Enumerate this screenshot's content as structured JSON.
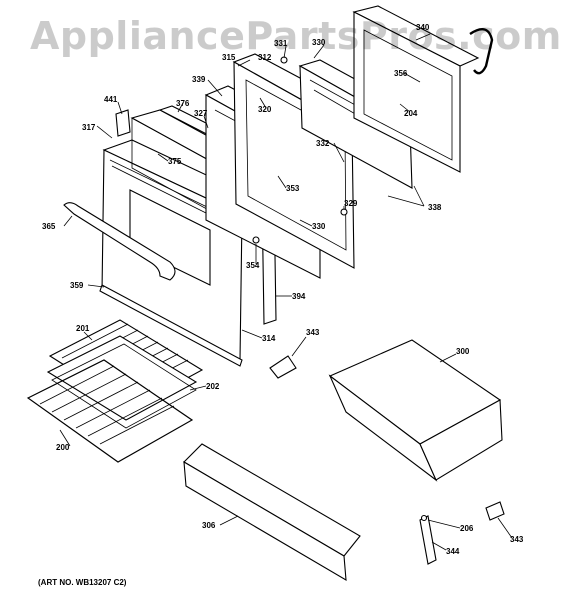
{
  "watermark": "AppliancePartsPros.com",
  "art_no": "(ART NO. WB13207 C2)",
  "callouts": {
    "c340": "340",
    "c331": "331",
    "c312": "312",
    "c330top": "330",
    "c315": "315",
    "c356": "356",
    "c339": "339",
    "c441": "441",
    "c376": "376",
    "c327": "327",
    "c320": "320",
    "c204": "204",
    "c317": "317",
    "c332": "332",
    "c375": "375",
    "c353": "353",
    "c338": "338",
    "c329": "329",
    "c365": "365",
    "c330": "330",
    "c354": "354",
    "c359": "359",
    "c394": "394",
    "c343a": "343",
    "c314": "314",
    "c201": "201",
    "c300": "300",
    "c202": "202",
    "c200": "200",
    "c206": "206",
    "c306": "306",
    "c343b": "343",
    "c344": "344"
  }
}
